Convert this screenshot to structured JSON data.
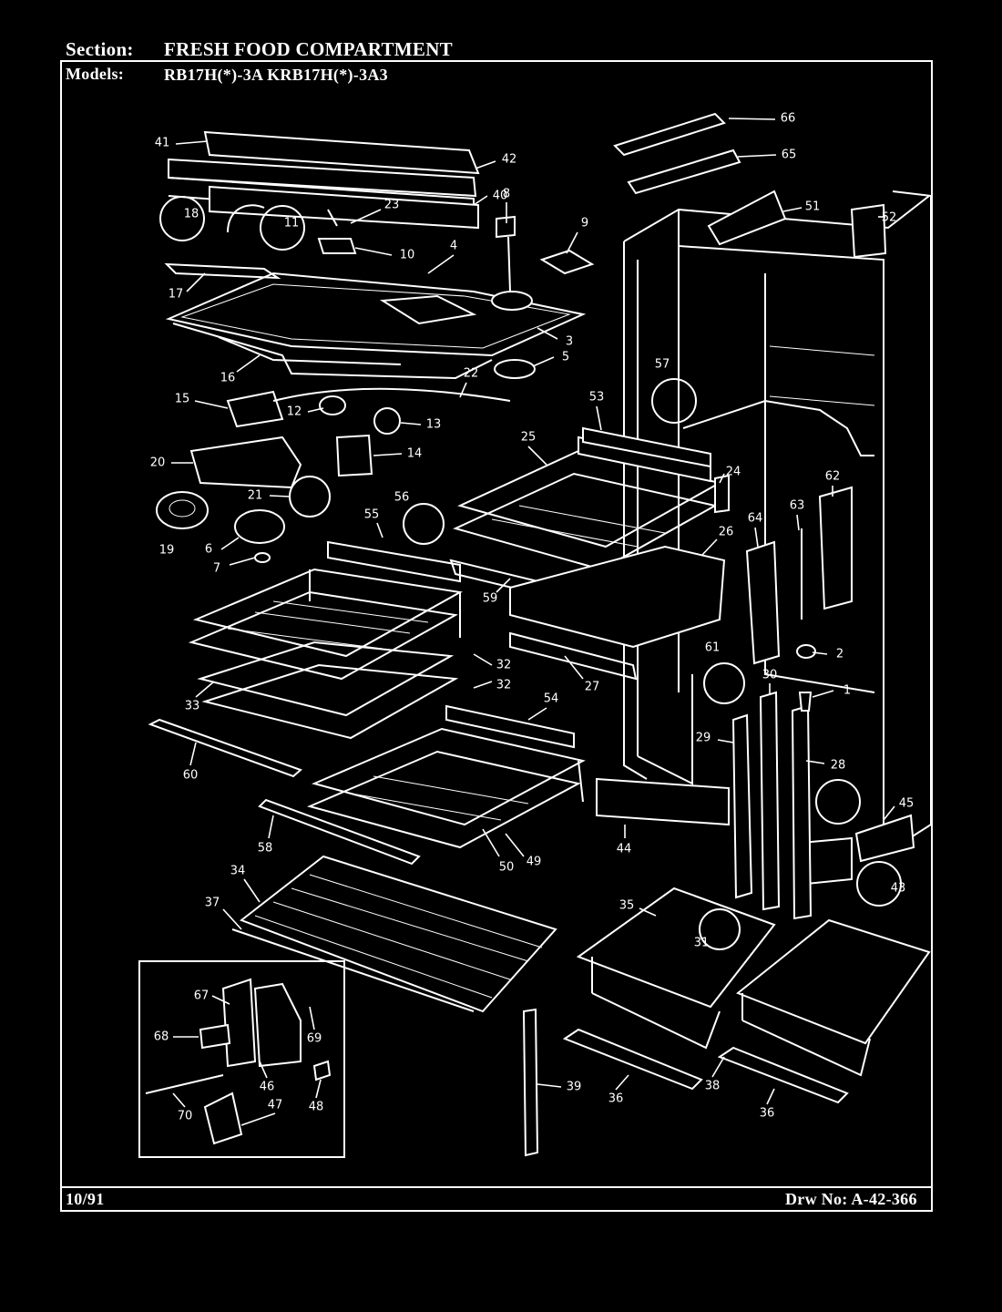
{
  "header": {
    "section_label": "Section:",
    "section_value": "FRESH FOOD COMPARTMENT",
    "models_label": "Models:",
    "models_value": "RB17H(*)-3A  KRB17H(*)-3A3"
  },
  "footer": {
    "date": "10/91",
    "drawing_number": "Drw No: A-42-366"
  },
  "part_labels": [
    "1",
    "2",
    "3",
    "4",
    "5",
    "6",
    "7",
    "8",
    "9",
    "10",
    "11",
    "12",
    "13",
    "14",
    "15",
    "16",
    "17",
    "18",
    "19",
    "20",
    "21",
    "22",
    "23",
    "24",
    "25",
    "26",
    "27",
    "28",
    "29",
    "30",
    "31",
    "32",
    "32",
    "33",
    "34",
    "35",
    "36",
    "36",
    "37",
    "38",
    "39",
    "40",
    "41",
    "42",
    "43",
    "44",
    "45",
    "46",
    "47",
    "48",
    "49",
    "50",
    "51",
    "52",
    "53",
    "54",
    "55",
    "56",
    "57",
    "58",
    "59",
    "60",
    "61",
    "62",
    "63",
    "64",
    "65",
    "66",
    "67",
    "68",
    "69",
    "70"
  ],
  "colors": {
    "background": "#000000",
    "line": "#ffffff"
  }
}
